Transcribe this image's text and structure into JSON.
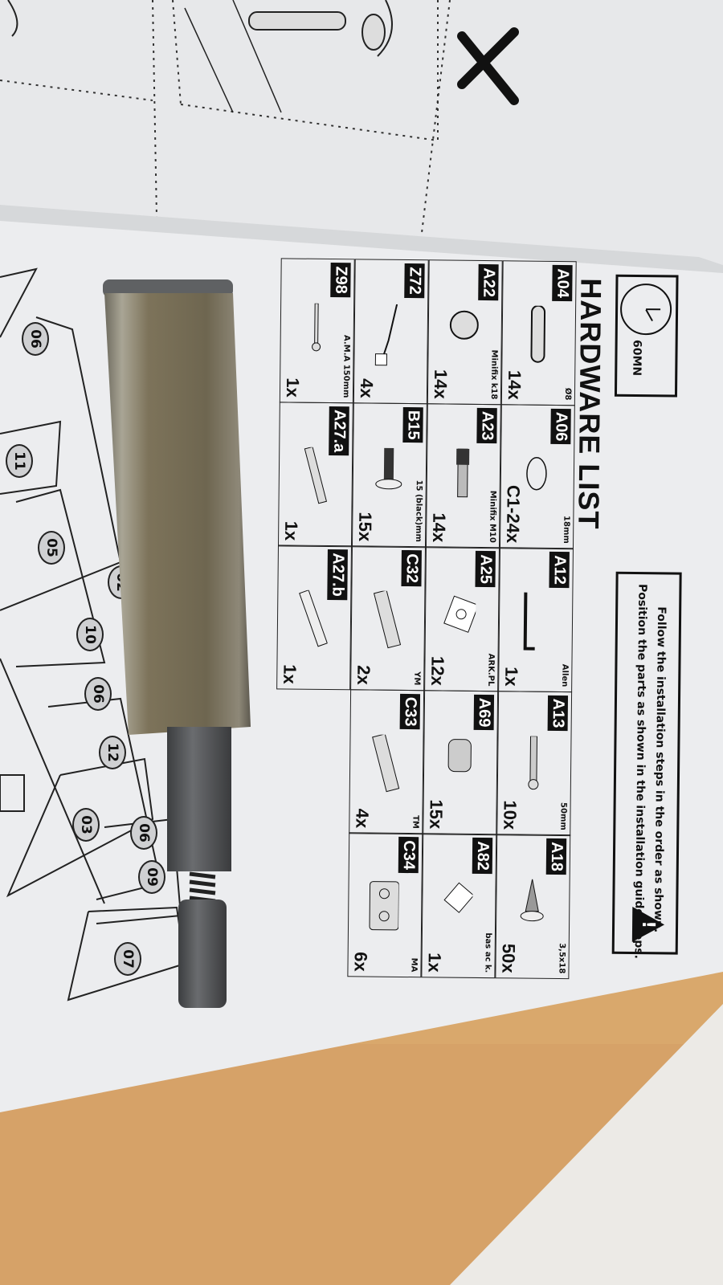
{
  "manual": {
    "time_estimate": "60MN",
    "title": "HARDWARE LIST",
    "notice_line1": "Follow the installation steps in the order as shown.",
    "notice_line2": "Position the parts as shown in the installation guide steps.",
    "rows": [
      [
        {
          "code": "A04",
          "sub": "Ø8",
          "qty": "14x",
          "icon": "dowel-icon"
        },
        {
          "code": "A06",
          "sub": "18mm",
          "qty": "C1-24x",
          "icon": "cap-icon"
        },
        {
          "code": "A12",
          "sub": "Allen",
          "qty": "1x",
          "icon": "allen-key-icon"
        },
        {
          "code": "A13",
          "sub": "50mm",
          "qty": "10x",
          "icon": "screw-icon"
        },
        {
          "code": "A18",
          "sub": "3,5x18",
          "qty": "50x",
          "icon": "wood-screw-icon"
        }
      ],
      [
        {
          "code": "A22",
          "sub": "Minifix k18",
          "qty": "14x",
          "icon": "cam-lock-icon"
        },
        {
          "code": "A23",
          "sub": "Minifix M10",
          "qty": "14x",
          "icon": "cam-bolt-icon"
        },
        {
          "code": "A25",
          "sub": "ARK.PL",
          "qty": "12x",
          "icon": "shelf-support-icon"
        },
        {
          "code": "A69",
          "sub": "",
          "qty": "15x",
          "icon": "insert-nut-icon"
        },
        {
          "code": "A82",
          "sub": "bas ac k.",
          "qty": "1x",
          "icon": "pad-icon"
        }
      ],
      [
        {
          "code": "Z72",
          "sub": "",
          "qty": "4x",
          "icon": "bracket-icon"
        },
        {
          "code": "B15",
          "sub": "15 (black)mm",
          "qty": "15x",
          "icon": "bolt-icon"
        },
        {
          "code": "C32",
          "sub": "YM",
          "qty": "2x",
          "icon": "hinge-icon"
        },
        {
          "code": "C33",
          "sub": "TM",
          "qty": "4x",
          "icon": "hinge-icon"
        },
        {
          "code": "C34",
          "sub": "MA",
          "qty": "6x",
          "icon": "hinge-plate-icon"
        }
      ],
      [
        {
          "code": "Z98",
          "sub": "A.M.A 150mm",
          "qty": "1x",
          "icon": "pin-icon"
        },
        {
          "code": "A27.a",
          "sub": "",
          "qty": "1x",
          "icon": "rail-icon"
        },
        {
          "code": "A27.b",
          "sub": "",
          "qty": "1x",
          "icon": "profile-icon"
        }
      ]
    ]
  },
  "diagram_numbers": [
    "06",
    "11",
    "05",
    "02",
    "10",
    "06",
    "12",
    "03",
    "06",
    "09",
    "07"
  ]
}
